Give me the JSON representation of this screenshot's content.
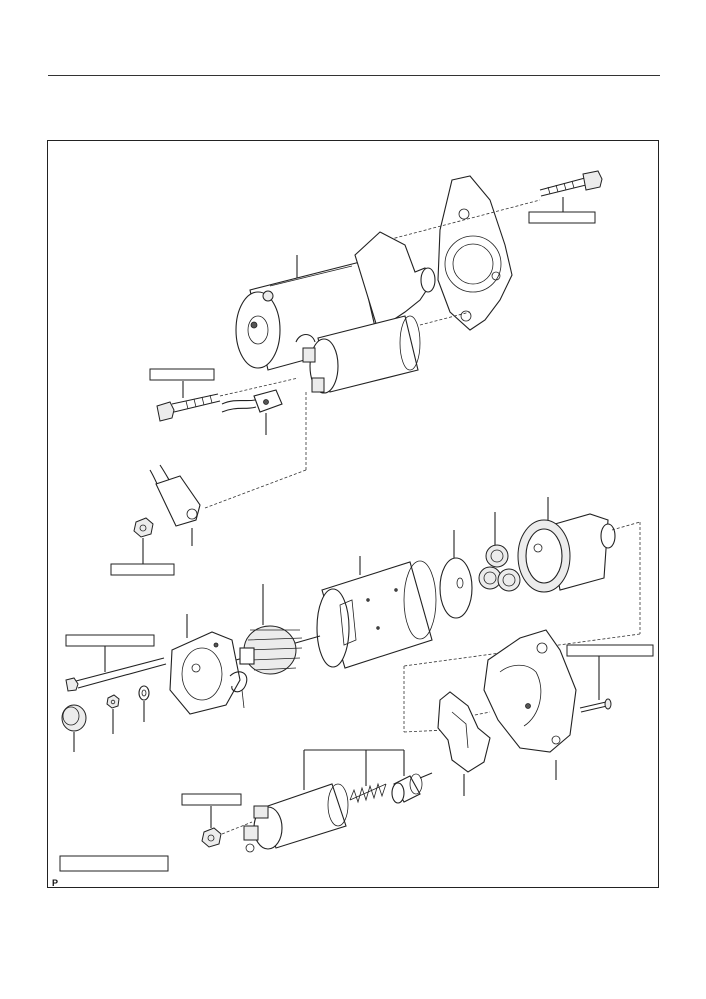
{
  "page": {
    "corner_letter": "P"
  },
  "diagram": {
    "labels": [
      {
        "name": "mounting-bolt-label",
        "text": ""
      },
      {
        "name": "through-bolt-label",
        "text": ""
      },
      {
        "name": "terminal-nut-label",
        "text": ""
      },
      {
        "name": "long-through-bolt-label",
        "text": ""
      },
      {
        "name": "housing-screw-label",
        "text": ""
      },
      {
        "name": "solenoid-nut-label",
        "text": ""
      },
      {
        "name": "legend-label",
        "text": ""
      }
    ]
  }
}
